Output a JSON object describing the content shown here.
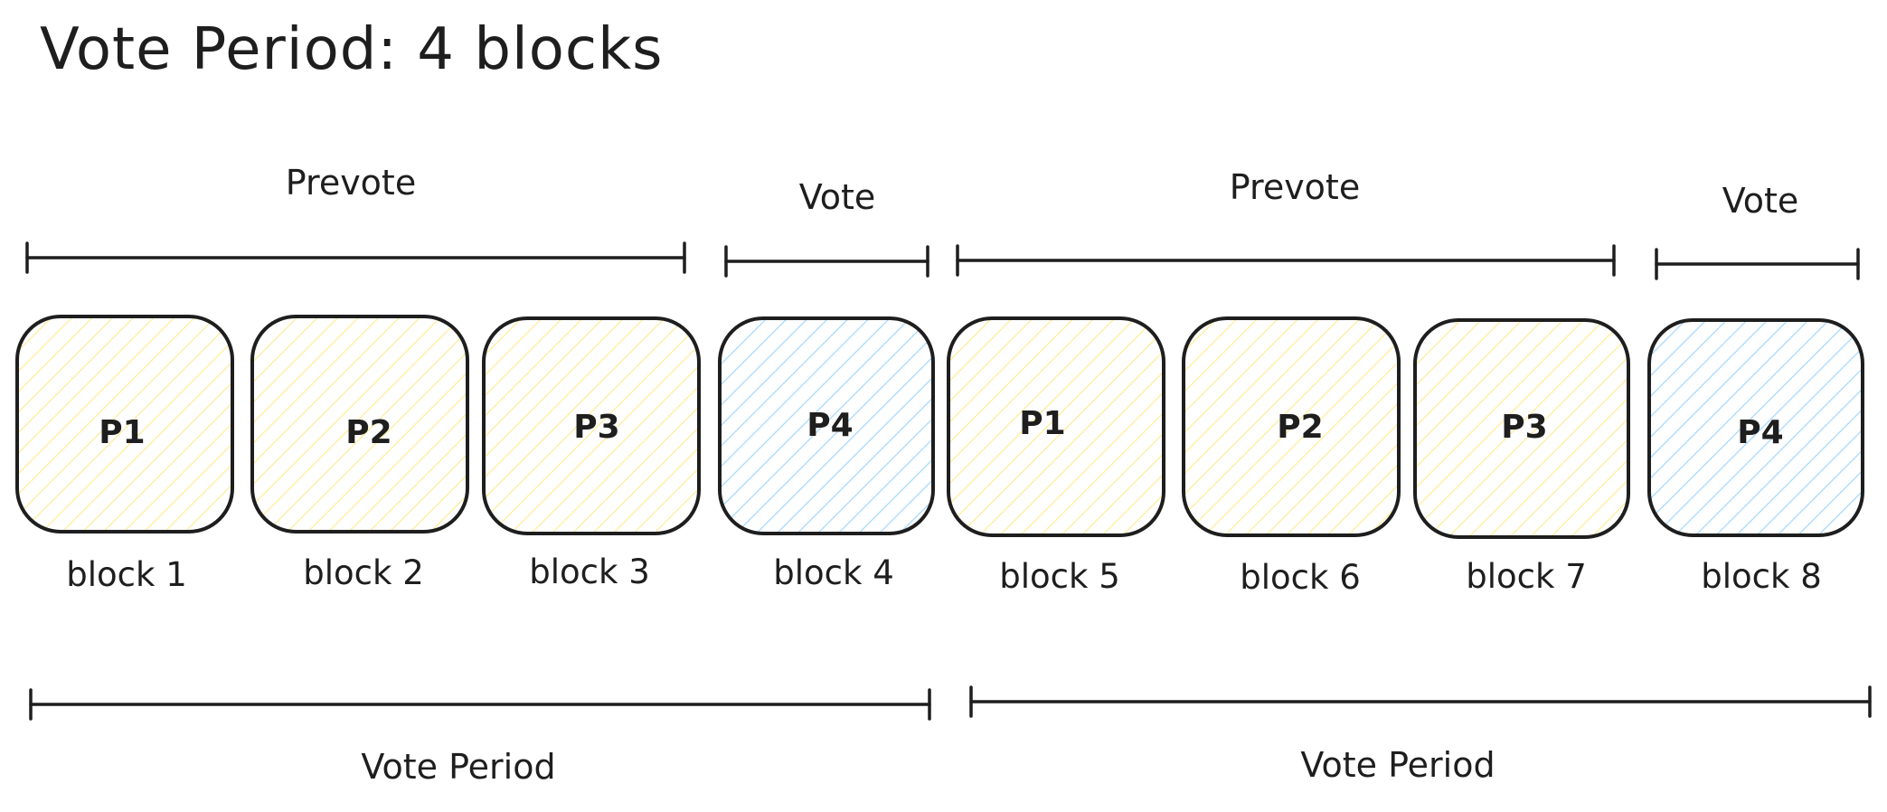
{
  "title": "Vote Period: 4 blocks",
  "colors": {
    "prevote_hatch": "#ffec99",
    "vote_hatch": "#a5d8ff",
    "stroke": "#1e1e1e"
  },
  "phases": [
    {
      "label": "Prevote",
      "kind": "prevote"
    },
    {
      "label": "Vote",
      "kind": "vote"
    },
    {
      "label": "Prevote",
      "kind": "prevote"
    },
    {
      "label": "Vote",
      "kind": "vote"
    }
  ],
  "blocks": [
    {
      "text": "P1",
      "caption": "block 1",
      "kind": "prevote"
    },
    {
      "text": "P2",
      "caption": "block 2",
      "kind": "prevote"
    },
    {
      "text": "P3",
      "caption": "block 3",
      "kind": "prevote"
    },
    {
      "text": "P4",
      "caption": "block 4",
      "kind": "vote"
    },
    {
      "text": "P1",
      "caption": "block 5",
      "kind": "prevote"
    },
    {
      "text": "P2",
      "caption": "block 6",
      "kind": "prevote"
    },
    {
      "text": "P3",
      "caption": "block 7",
      "kind": "prevote"
    },
    {
      "text": "P4",
      "caption": "block 8",
      "kind": "vote"
    }
  ],
  "periods": [
    {
      "label": "Vote Period"
    },
    {
      "label": "Vote Period"
    }
  ]
}
